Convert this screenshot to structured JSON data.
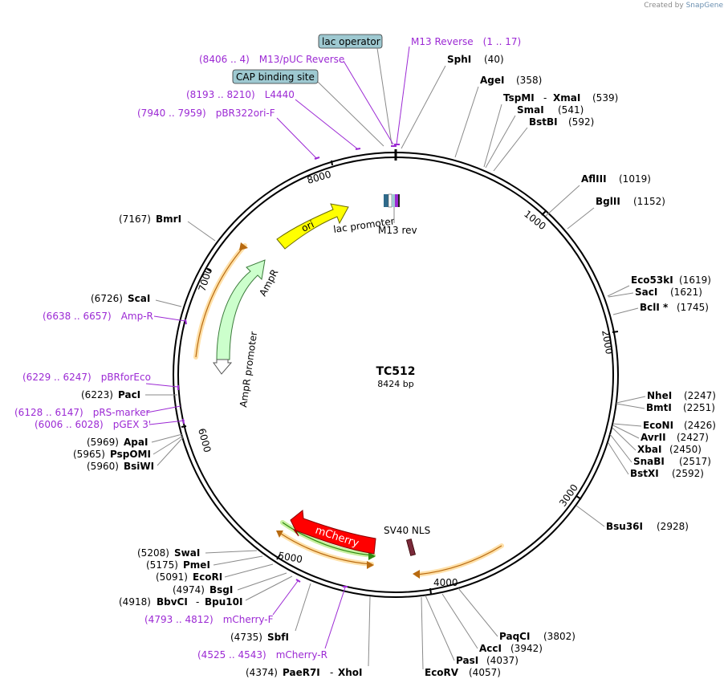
{
  "plasmid": {
    "name": "TC512",
    "size_label": "8424 bp",
    "length": 8424
  },
  "credit": {
    "prefix": "Created by",
    "brand": "SnapGene"
  },
  "colors": {
    "primer": "#9c2ad4",
    "ori": "#ffff00",
    "ampr": "#ccffcc",
    "mcherry": "#ff0000",
    "cds_outline": "#f5a623",
    "lac_operator": "#9ec9d1"
  },
  "ticks": [
    "1000",
    "2000",
    "3000",
    "4000",
    "5000",
    "6000",
    "7000",
    "8000"
  ],
  "enzymes": [
    {
      "name": "SphI",
      "pos": "(40)"
    },
    {
      "name": "AgeI",
      "pos": "(358)"
    },
    {
      "name": "TspMI",
      "sep": "-",
      "name2": "XmaI",
      "pos": "(539)"
    },
    {
      "name": "SmaI",
      "pos": "(541)"
    },
    {
      "name": "BstBI",
      "pos": "(592)"
    },
    {
      "name": "AflIII",
      "pos": "(1019)"
    },
    {
      "name": "BglII",
      "pos": "(1152)"
    },
    {
      "name": "Eco53kI",
      "pos": "(1619)"
    },
    {
      "name": "SacI",
      "pos": "(1621)"
    },
    {
      "name": "BclI *",
      "pos": "(1745)"
    },
    {
      "name": "NheI",
      "pos": "(2247)"
    },
    {
      "name": "BmtI",
      "pos": "(2251)"
    },
    {
      "name": "EcoNI",
      "pos": "(2426)"
    },
    {
      "name": "AvrII",
      "pos": "(2427)"
    },
    {
      "name": "XbaI",
      "pos": "(2450)"
    },
    {
      "name": "SnaBI",
      "pos": "(2517)"
    },
    {
      "name": "BstXI",
      "pos": "(2592)"
    },
    {
      "name": "Bsu36I",
      "pos": "(2928)"
    },
    {
      "name": "PaqCI",
      "pos": "(3802)"
    },
    {
      "name": "AccI",
      "pos": "(3942)"
    },
    {
      "name": "PasI",
      "pos": "(4037)"
    },
    {
      "name": "EcoRV",
      "pos": "(4057)"
    },
    {
      "name": "PaeR7I",
      "sep": "-",
      "name2": "XhoI",
      "pos": "(4374)"
    },
    {
      "name": "SbfI",
      "pos": "(4735)"
    },
    {
      "name": "BbvCI",
      "sep": "-",
      "name2": "Bpu10I",
      "pos": "(4918)"
    },
    {
      "name": "BsgI",
      "pos": "(4974)"
    },
    {
      "name": "EcoRI",
      "pos": "(5091)"
    },
    {
      "name": "PmeI",
      "pos": "(5175)"
    },
    {
      "name": "SwaI",
      "pos": "(5208)"
    },
    {
      "name": "BsiWI",
      "pos": "(5960)"
    },
    {
      "name": "PspOMI",
      "pos": "(5965)"
    },
    {
      "name": "ApaI",
      "pos": "(5969)"
    },
    {
      "name": "PacI",
      "pos": "(6223)"
    },
    {
      "name": "ScaI",
      "pos": "(6726)"
    },
    {
      "name": "BmrI",
      "pos": "(7167)"
    }
  ],
  "primers": [
    {
      "name": "M13 Reverse",
      "range": "(1 .. 17)"
    },
    {
      "name": "M13/pUC Reverse",
      "range": "(8406 .. 4)"
    },
    {
      "name": "L4440",
      "range": "(8193 .. 8210)"
    },
    {
      "name": "pBR322ori-F",
      "range": "(7940 .. 7959)"
    },
    {
      "name": "Amp-R",
      "range": "(6638 .. 6657)"
    },
    {
      "name": "pBRforEco",
      "range": "(6229 .. 6247)"
    },
    {
      "name": "pRS-marker",
      "range": "(6128 .. 6147)"
    },
    {
      "name": "pGEX 3'",
      "range": "(6006 .. 6028)"
    },
    {
      "name": "mCherry-F",
      "range": "(4793 .. 4812)"
    },
    {
      "name": "mCherry-R",
      "range": "(4525 .. 4543)"
    }
  ],
  "boxed_features": [
    "lac operator",
    "CAP binding site"
  ],
  "features": {
    "ori": "ori",
    "ampr": "AmpR",
    "ampr_promoter": "AmpR promoter",
    "lac_promoter": "lac promoter",
    "m13_rev": "M13 rev",
    "mcherry": "mCherry",
    "sv40": "SV40 NLS"
  }
}
